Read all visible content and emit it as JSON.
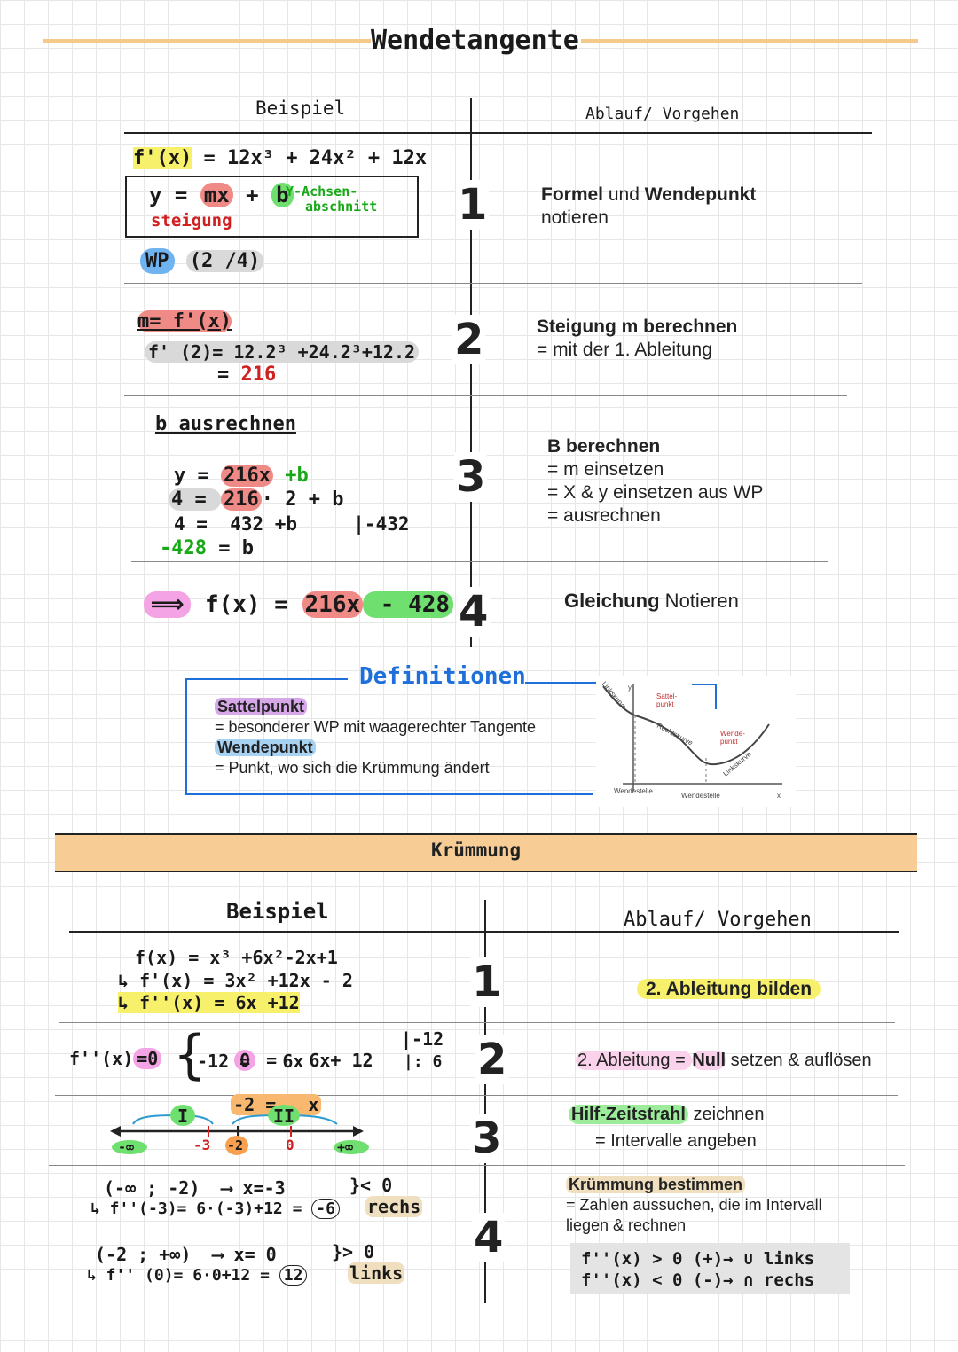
{
  "section1": {
    "title": "Wendetangente",
    "col_left": "Beispiel",
    "col_right": "Ablauf/ Vorgehen",
    "steps": [
      {
        "num": "1",
        "bold": "Formel",
        "text": " und ",
        "bold2": "Wendepunkt",
        "line2": "notieren"
      },
      {
        "num": "2",
        "bold": "Steigung m berechnen",
        "line2": "= mit der 1. Ableitung"
      },
      {
        "num": "3",
        "bold": "B berechnen",
        "line2": "= m einsetzen",
        "line3": "= X & y einsetzen aus WP",
        "line4": "= ausrechnen"
      },
      {
        "num": "4",
        "bold": "Gleichung",
        "text": " Notieren"
      }
    ],
    "example": {
      "fprime": "f'(x) = 12x³ + 24x² + 12x",
      "fprime_label": "f'(x)",
      "fprime_rest": " = 12x³ + 24x² + 12x",
      "box_y": "y = ",
      "box_mx": "mx",
      "box_plus": " + ",
      "box_b": "b",
      "box_xachsen1": "Y-Achsen-",
      "box_xachsen2": "abschnitt",
      "box_steigung": "steigung",
      "wp_label": "WP",
      "wp_value": "(2 /4)",
      "m_eq": "m= f'(x)",
      "m_calc1": "f' (2)= 12.2³ +24.2³+12.2",
      "m_calc2_eq": "= ",
      "m_calc2_val": "216",
      "b_head": "b  ausrechnen",
      "b_l1a": "y = ",
      "b_l1b": "216x",
      "b_l1c": " +b",
      "b_l2a": "4 = ",
      "b_l2b": "216",
      "b_l2c": "· 2 + b",
      "b_l3": "4 =  432 +b     |-432",
      "b_l4a": "-428",
      "b_l4b": " = b",
      "final_arrow": "⟹",
      "final_a": "f(x) = ",
      "final_b": "216x",
      "final_c": " - 428"
    }
  },
  "definitions": {
    "title": "Definitionen",
    "t1": "Sattelpunkt",
    "d1": "= besonderer WP mit waagerechter Tangente",
    "t2": "Wendepunkt",
    "d2": "= Punkt, wo sich die Krümmung ändert",
    "graph": {
      "linkskurve1": "Linkskurve",
      "sattelpunkt": "Sattel-\npunkt",
      "rechtskurve": "Rechtskurve",
      "wendepunkt": "Wende-\npunkt",
      "linkskurve2": "Linkskurve",
      "wendestelle1": "Wendestelle",
      "wendestelle2": "Wendestelle",
      "y": "y",
      "x": "x"
    }
  },
  "section2": {
    "title": "Krümmung",
    "col_left": "Beispiel",
    "col_right": "Ablauf/ Vorgehen",
    "steps": [
      {
        "num": "1",
        "bold": "2. Ableitung bilden"
      },
      {
        "num": "2",
        "pre": "2. Ableitung = ",
        "bold": "Null",
        "post": " setzen & auflösen"
      },
      {
        "num": "3",
        "bold": "Hilf-Zeitstrahl",
        "post": " zeichnen",
        "line2": "= Intervalle angeben"
      },
      {
        "num": "4",
        "bold": "Krümmung bestimmen",
        "line2": "= Zahlen aussuchen, die im Intervall",
        "line3": "liegen & rechnen",
        "rule1": "f''(x) > 0 (+)→ ∪ links",
        "rule2": "f''(x) < 0 (-)→ ∩ rechs"
      }
    ],
    "example": {
      "f": "f(x) =  x³ +6x²-2x+1",
      "fp": "↳ f'(x) = 3x² +12x - 2",
      "fpp": "↳ f''(x)  = 6x +12",
      "null_lhs": "f''(x)",
      "null_eq": "=0",
      "n1a": "0",
      "n1b": " =   6x+ 12",
      "n1c": "|-12",
      "n2": "-12 =   6x",
      "n2c": "|: 6",
      "n3": "-2 =   x",
      "I": "I",
      "II": "II",
      "ninf": "-∞",
      "m3": "-3",
      "m2": "-2",
      "zero": "0",
      "pinf": "+∞",
      "i1": "(-∞ ; -2)  ⟶ x=-3",
      "i1_calc": "↳ f''(-3)= 6·(-3)+12 = ",
      "i1_res": "-6",
      "i1_sign": "< 0",
      "i1_word": "rechs",
      "i2": "(-2 ; +∞)  ⟶ x= 0",
      "i2_calc": "↳ f'' (0)= 6·0+12 = ",
      "i2_res": "12",
      "i2_sign": "> 0",
      "i2_word": "links"
    }
  }
}
